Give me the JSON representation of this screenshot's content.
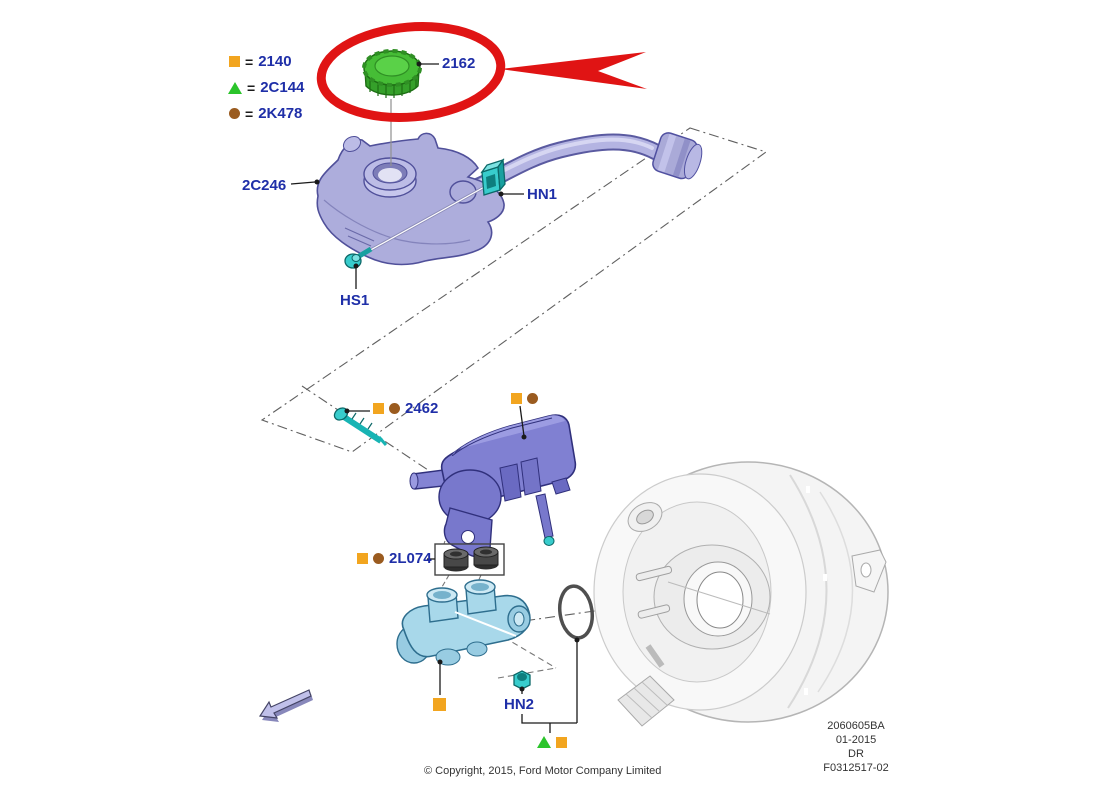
{
  "legend": {
    "items": [
      {
        "marker": "yellow-square",
        "eq": "=",
        "code": "2140"
      },
      {
        "marker": "green-triangle",
        "eq": "=",
        "code": "2C144"
      },
      {
        "marker": "brown-circle",
        "eq": "=",
        "code": "2K478"
      }
    ]
  },
  "callouts": {
    "cap": {
      "label": "2162"
    },
    "reservoir": {
      "label": "2C246"
    },
    "clip_nut": {
      "label": "HN1"
    },
    "screw": {
      "label": "HS1"
    },
    "pin": {
      "label": "2462",
      "markers": [
        "yellow-square",
        "brown-circle"
      ]
    },
    "lower_reservoir": {
      "markers": [
        "yellow-square",
        "brown-circle"
      ]
    },
    "grommets": {
      "label": "2L074",
      "markers": [
        "yellow-square",
        "brown-circle"
      ]
    },
    "master_cylinder": {
      "markers": [
        "yellow-square"
      ]
    },
    "hex_nut": {
      "label": "HN2"
    },
    "booster_fasteners": {
      "markers": [
        "green-triangle",
        "yellow-square"
      ]
    }
  },
  "info_block": {
    "drawing_number": "2060605BA",
    "date": "01-2015",
    "revision": "DR",
    "figure_number": "F0312517-02"
  },
  "footer": {
    "copyright": "© Copyright, 2015, Ford Motor Company Limited"
  },
  "colors": {
    "highlight_red": "#e01414",
    "label_blue": "#1f2fa8",
    "marker_yellow": "#f2a51f",
    "marker_green": "#2bc42b",
    "marker_brown": "#9a5b1f",
    "part_teal": "#38cccc",
    "part_lavender": "#adaddc",
    "part_purple": "#8080d2",
    "part_light_blue": "#a8d8ea",
    "cap_green": "#46bd36"
  }
}
